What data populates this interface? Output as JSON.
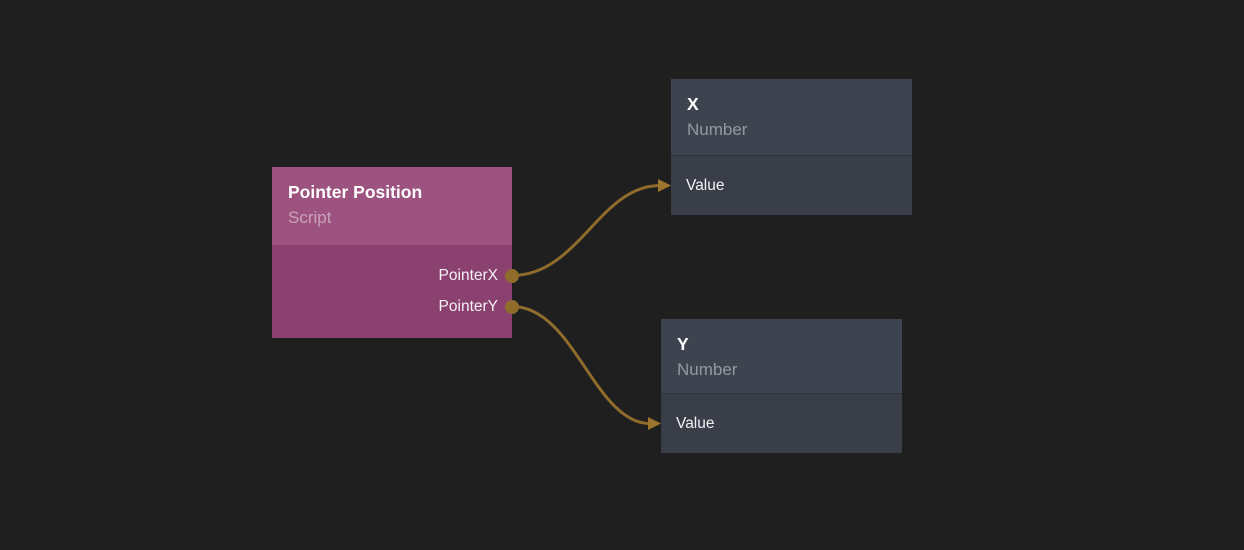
{
  "canvas": {
    "background": "#1f1f1f",
    "wire_color": "#8f6c2b",
    "arrow_color": "#9c752e",
    "port_color": "#8f6c2b"
  },
  "nodes": [
    {
      "id": "pointer-position",
      "title": "Pointer Position",
      "subtitle": "Script",
      "colors": {
        "header": "#9d537f",
        "body": "#8a4170"
      },
      "outputs": [
        {
          "id": "pointer-position.PointerX",
          "label": "PointerX"
        },
        {
          "id": "pointer-position.PointerY",
          "label": "PointerY"
        }
      ],
      "inputs": []
    },
    {
      "id": "x",
      "title": "X",
      "subtitle": "Number",
      "colors": {
        "header": "#3e4350",
        "body": "#3a3e49"
      },
      "outputs": [],
      "inputs": [
        {
          "id": "x.Value",
          "label": "Value"
        }
      ]
    },
    {
      "id": "y",
      "title": "Y",
      "subtitle": "Number",
      "colors": {
        "header": "#3e4350",
        "body": "#3a3e49"
      },
      "outputs": [],
      "inputs": [
        {
          "id": "y.Value",
          "label": "Value"
        }
      ]
    }
  ],
  "connections": [
    {
      "from": "pointer-position.PointerX",
      "to": "x.Value"
    },
    {
      "from": "pointer-position.PointerY",
      "to": "y.Value"
    }
  ]
}
